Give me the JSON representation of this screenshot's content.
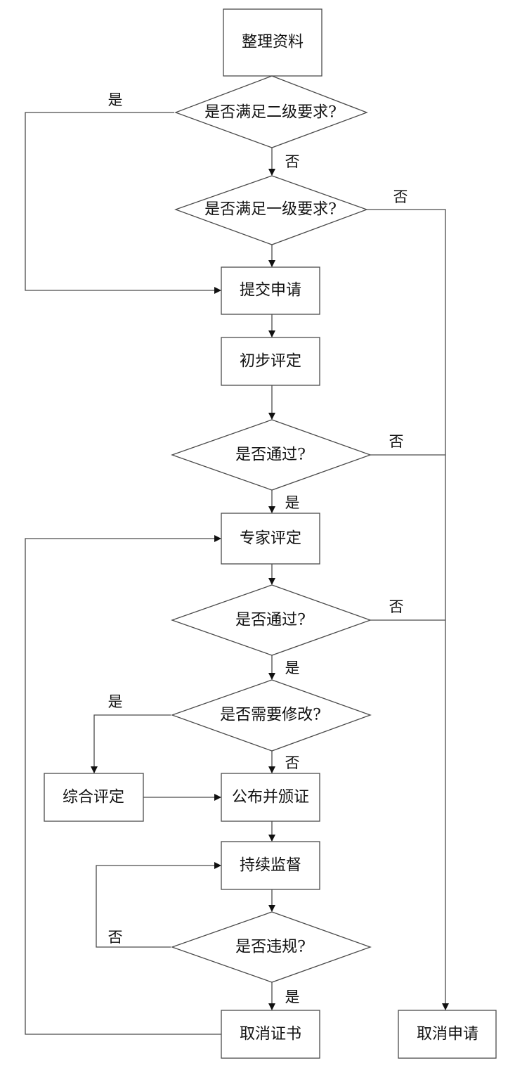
{
  "diagram": {
    "type": "flowchart",
    "nodes": {
      "organize": "整理资料",
      "q_level2": "是否满足二级要求?",
      "q_level1": "是否满足一级要求?",
      "submit": "提交申请",
      "prelim": "初步评定",
      "q_pass1": "是否通过?",
      "expert": "专家评定",
      "q_pass2": "是否通过?",
      "q_modify": "是否需要修改?",
      "comprehensive": "综合评定",
      "publish": "公布并颁证",
      "monitor": "持续监督",
      "q_violation": "是否违规?",
      "revoke": "取消证书",
      "cancel": "取消申请"
    },
    "edge_labels": {
      "level2_yes": "是",
      "level2_no": "否",
      "level1_no": "否",
      "pass1_no": "否",
      "pass1_yes": "是",
      "pass2_no": "否",
      "pass2_yes": "是",
      "modify_yes": "是",
      "modify_no": "否",
      "violation_no": "否",
      "violation_yes": "是"
    },
    "edges": [
      [
        "organize",
        "q_level2",
        ""
      ],
      [
        "q_level2",
        "submit",
        "是"
      ],
      [
        "q_level2",
        "q_level1",
        "否"
      ],
      [
        "q_level1",
        "submit",
        ""
      ],
      [
        "q_level1",
        "cancel",
        "否"
      ],
      [
        "submit",
        "prelim",
        ""
      ],
      [
        "prelim",
        "q_pass1",
        ""
      ],
      [
        "q_pass1",
        "expert",
        "是"
      ],
      [
        "q_pass1",
        "cancel",
        "否"
      ],
      [
        "expert",
        "q_pass2",
        ""
      ],
      [
        "q_pass2",
        "q_modify",
        "是"
      ],
      [
        "q_pass2",
        "cancel",
        "否"
      ],
      [
        "q_modify",
        "comprehensive",
        "是"
      ],
      [
        "q_modify",
        "publish",
        "否"
      ],
      [
        "comprehensive",
        "publish",
        ""
      ],
      [
        "publish",
        "monitor",
        ""
      ],
      [
        "monitor",
        "q_violation",
        ""
      ],
      [
        "q_violation",
        "monitor",
        "否"
      ],
      [
        "q_violation",
        "revoke",
        "是"
      ],
      [
        "revoke",
        "expert",
        ""
      ]
    ]
  }
}
